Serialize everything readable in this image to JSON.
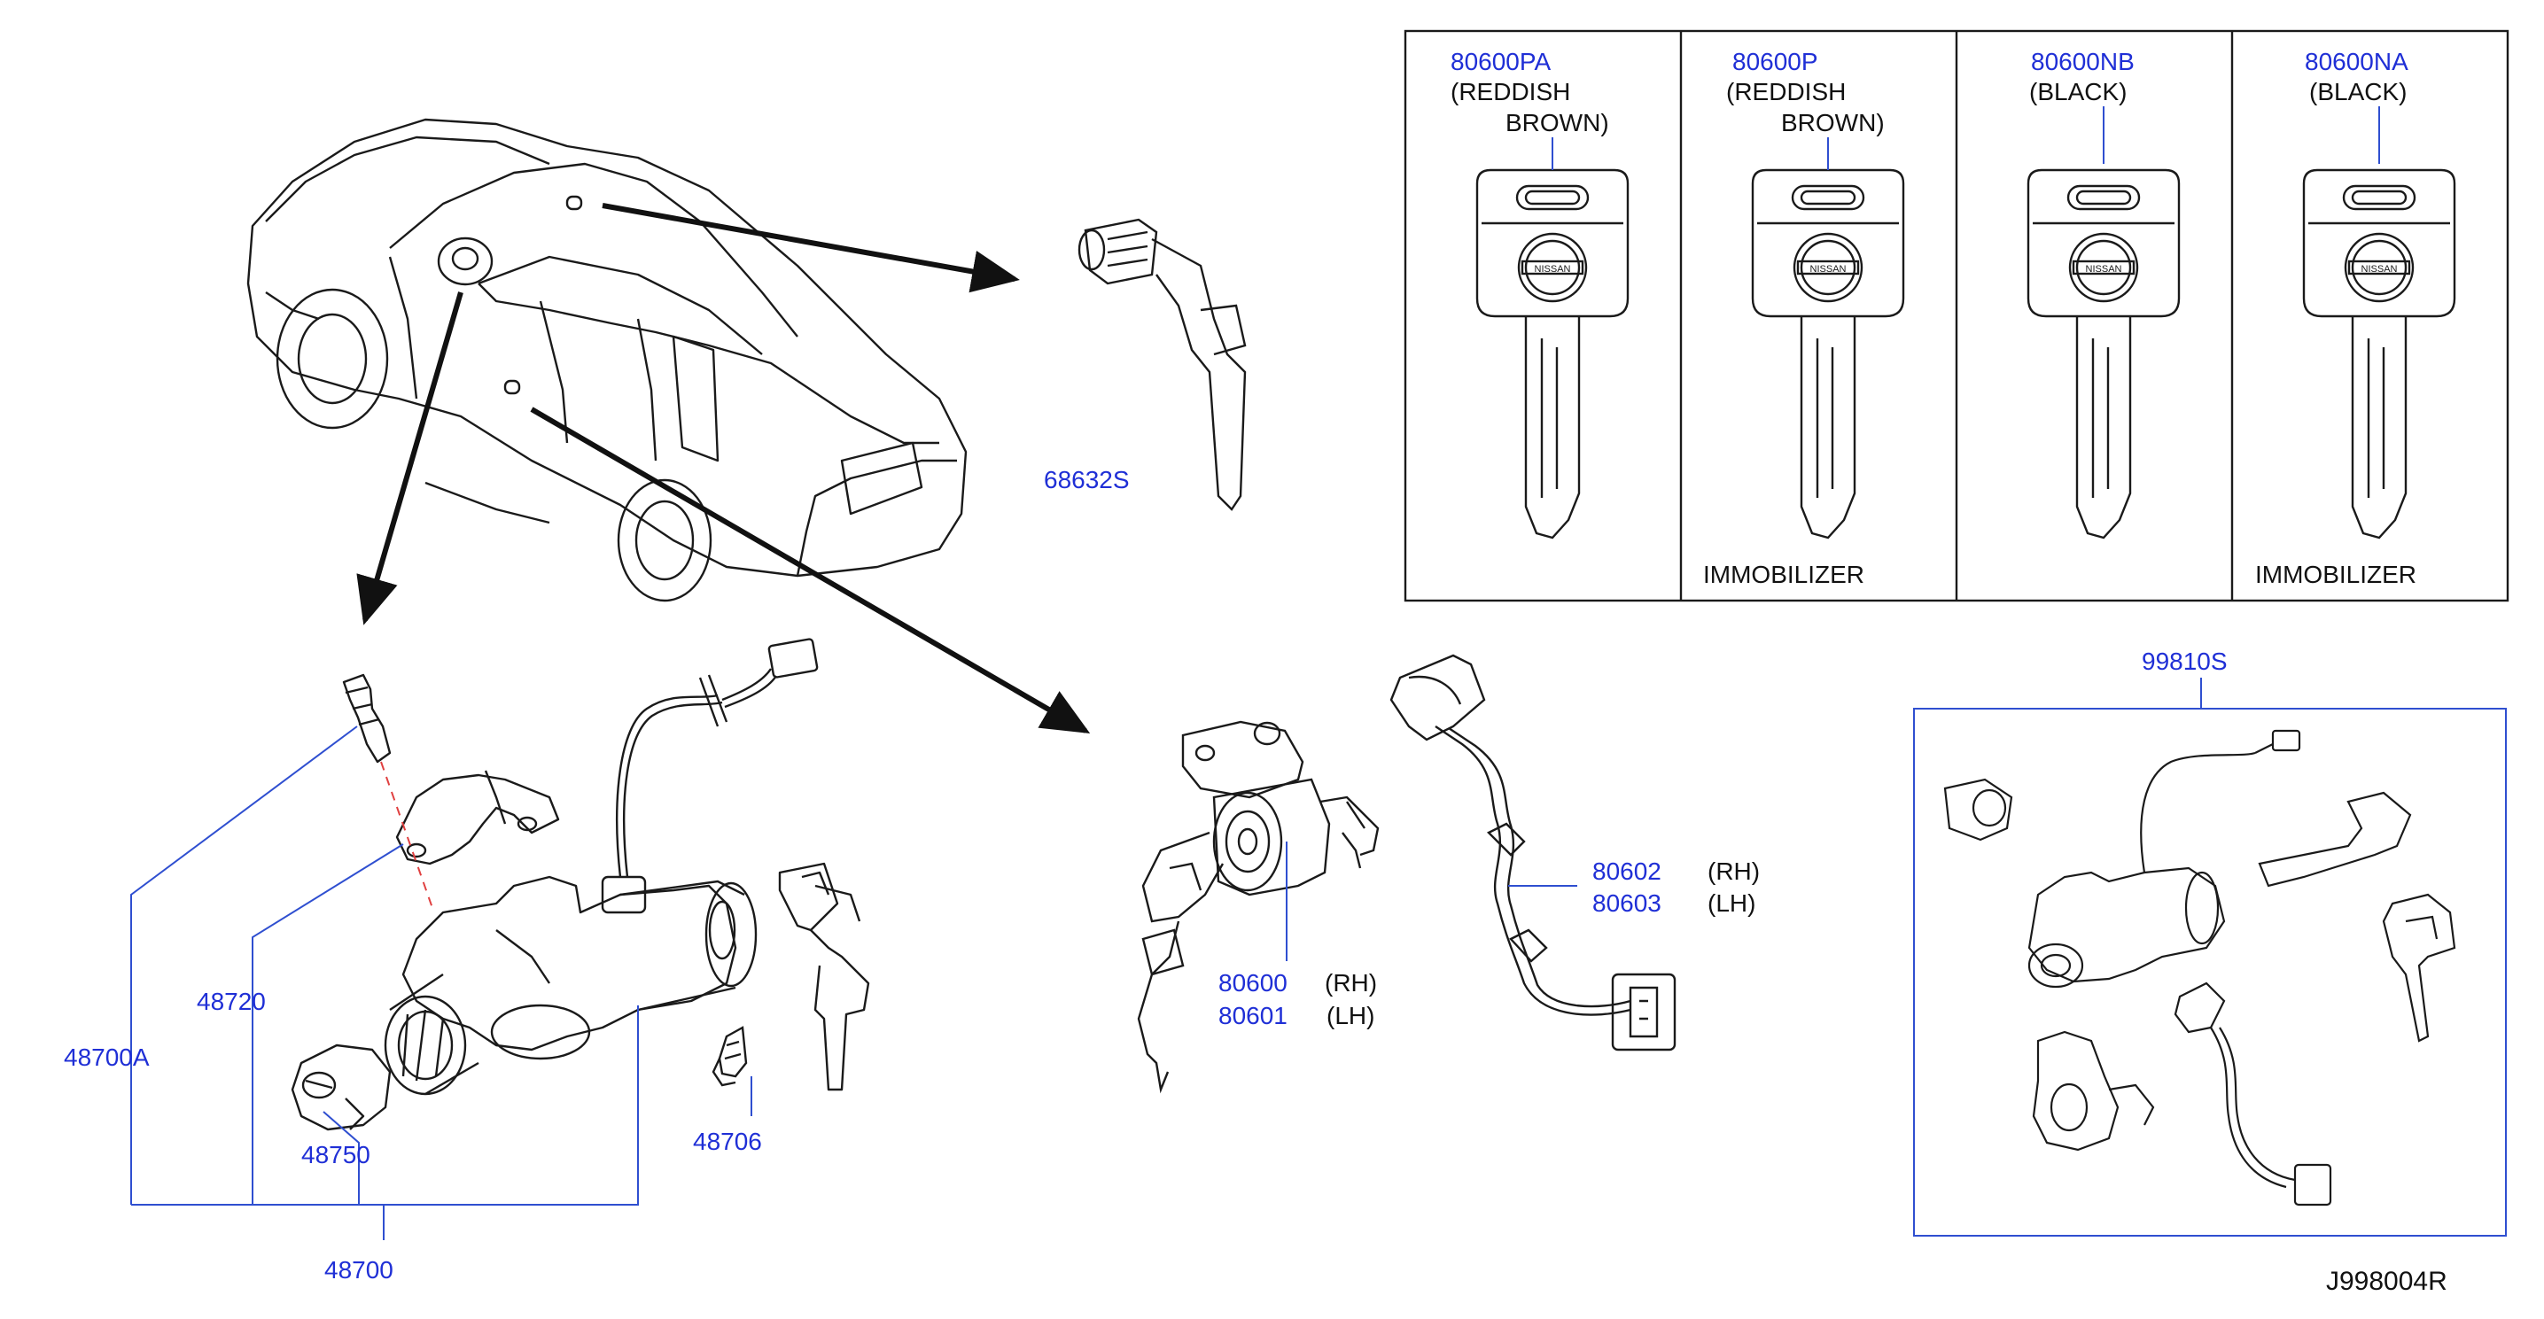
{
  "colors": {
    "part_number": "#1f2fd6",
    "line": "#1a1a1a",
    "leader": "#2f4fd0",
    "guide": "#e04040"
  },
  "keys": [
    {
      "part": "80600PA",
      "desc1": "(REDDISH",
      "desc2": "BROWN)",
      "note": "",
      "color": "#ffffff"
    },
    {
      "part": "80600P",
      "desc1": "(REDDISH",
      "desc2": "BROWN)",
      "note": "IMMOBILIZER",
      "color": "#ffffff"
    },
    {
      "part": "80600NB",
      "desc1": "(BLACK)",
      "desc2": "",
      "note": "",
      "color": "#ffffff"
    },
    {
      "part": "80600NA",
      "desc1": "(BLACK)",
      "desc2": "",
      "note": "IMMOBILIZER",
      "color": "#ffffff"
    }
  ],
  "callouts": {
    "back_door_lock": "68632S",
    "steering_lock_assy": "48700A",
    "bracket": "48720",
    "ignition_switch": "48750",
    "steering_lock": "48700",
    "key_warning_switch": "48706",
    "door_cyl_rh": "80600",
    "door_cyl_rh_side": "(RH)",
    "door_cyl_lh": "80601",
    "door_cyl_lh_side": "(LH)",
    "door_harness_rh": "80602",
    "door_harness_rh_side": "(RH)",
    "door_harness_lh": "80603",
    "door_harness_lh_side": "(LH)",
    "key_set": "99810S"
  },
  "diagram_code": "J998004R"
}
